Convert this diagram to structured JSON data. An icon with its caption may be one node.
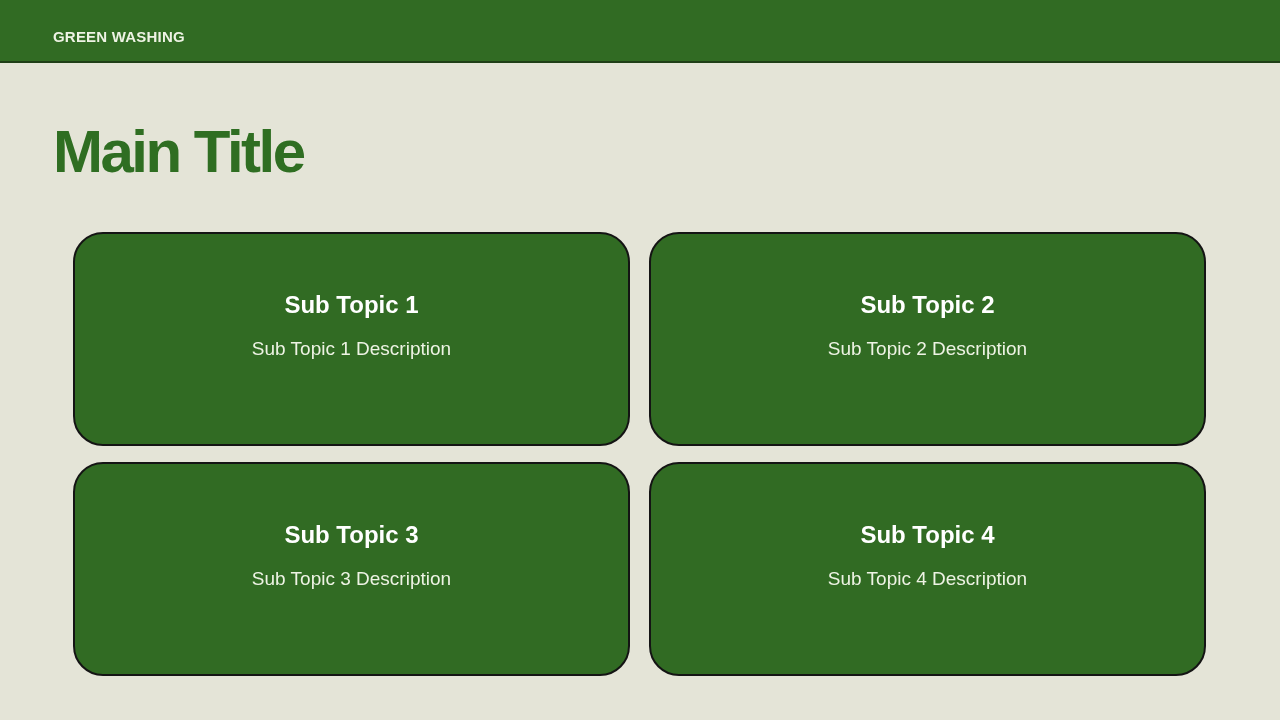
{
  "diagram": {
    "title": "Main Title",
    "nodes": [
      {
        "text": [
          "Sub Topic 1",
          "Sub Topic 1 Description"
        ]
      },
      {
        "text": [
          "Sub Topic 2",
          "Sub Topic 2 Description"
        ]
      },
      {
        "text": [
          "Sub Topic 3",
          "Sub Topic 3 Description"
        ]
      },
      {
        "text": [
          "Sub Topic 4",
          "Sub Topic 4 Description"
        ]
      }
    ],
    "labels": [
      "GREEN WASHING"
    ]
  }
}
